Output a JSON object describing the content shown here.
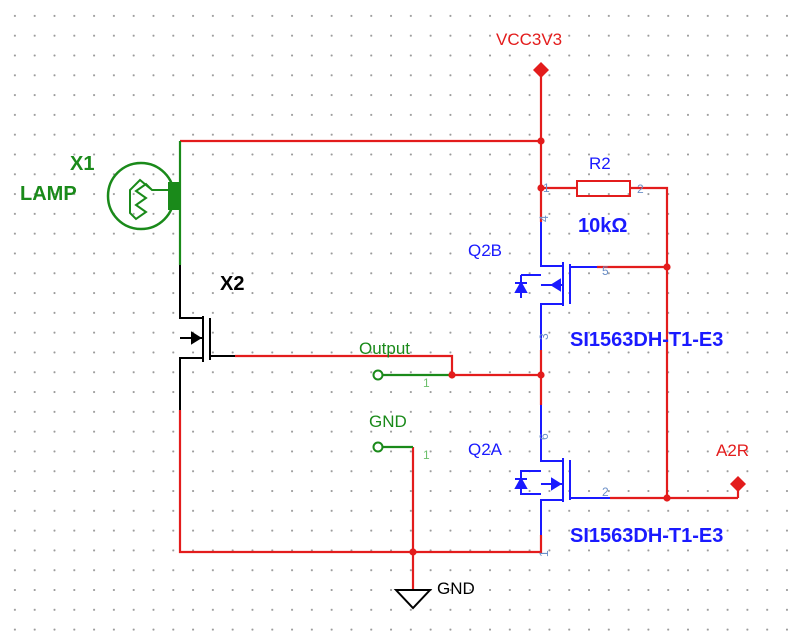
{
  "colors": {
    "wire": "#e31c1c",
    "component": "#1a1aff",
    "green_component": "#1a8a1a",
    "net_label": "#1a8a1a",
    "black": "#000000",
    "power_label": "#e31c1c",
    "pin_number": "#6b8fc7"
  },
  "power": {
    "vcc_label": "VCC3V3",
    "gnd_label": "GND"
  },
  "components": {
    "lamp": {
      "ref": "X1",
      "type": "LAMP"
    },
    "mosfet_x2": {
      "ref": "X2"
    },
    "resistor": {
      "ref": "R2",
      "value": "10kΩ",
      "pin1": "1",
      "pin2": "2"
    },
    "q2b": {
      "ref": "Q2B",
      "part": "SI1563DH-T1-E3",
      "pin_top": "4",
      "pin_gate": "5",
      "pin_bottom": "3"
    },
    "q2a": {
      "ref": "Q2A",
      "part": "SI1563DH-T1-E3",
      "pin_top": "6",
      "pin_gate": "2",
      "pin_bottom": "1"
    }
  },
  "connectors": {
    "output": {
      "label": "Output",
      "pin": "1"
    },
    "gnd": {
      "label": "GND",
      "pin": "1"
    }
  },
  "ports": {
    "a2r": {
      "label": "A2R"
    }
  }
}
